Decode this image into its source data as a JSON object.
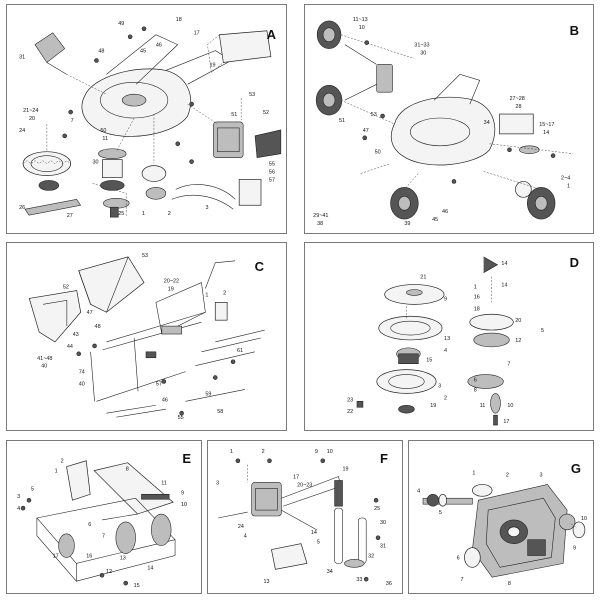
{
  "panels": {
    "A": {
      "label": "A",
      "callouts": [
        "18",
        "17",
        "49",
        "48",
        "45",
        "46",
        "31",
        "19",
        "21~24",
        "20",
        "53",
        "50",
        "52",
        "7",
        "24",
        "30",
        "11",
        "51",
        "55",
        "56",
        "57",
        "25",
        "27",
        "26",
        "1",
        "2",
        "3"
      ]
    },
    "B": {
      "label": "B",
      "callouts": [
        "11~13",
        "10",
        "31~33",
        "30",
        "27~28",
        "28",
        "15~17",
        "14",
        "2~4",
        "1",
        "29~41",
        "38",
        "51",
        "53",
        "47",
        "50",
        "46",
        "45",
        "39",
        "34"
      ]
    },
    "C": {
      "label": "C",
      "callouts": [
        "53",
        "52",
        "20~22",
        "19",
        "41~48",
        "40",
        "61",
        "57",
        "55",
        "58",
        "59",
        "46",
        "44",
        "43",
        "48",
        "47",
        "74",
        "40",
        "1",
        "2"
      ]
    },
    "D": {
      "label": "D",
      "callouts": [
        "21",
        "9",
        "14",
        "14",
        "1",
        "16",
        "18",
        "20",
        "5",
        "12",
        "13",
        "4",
        "15",
        "6",
        "7",
        "8",
        "3",
        "2",
        "11",
        "10",
        "19",
        "23",
        "22",
        "17"
      ]
    },
    "E": {
      "label": "E",
      "callouts": [
        "1",
        "2",
        "3",
        "4",
        "5",
        "6",
        "7",
        "8",
        "9",
        "10",
        "11",
        "12",
        "13",
        "14",
        "15",
        "16",
        "17"
      ]
    },
    "F": {
      "label": "F",
      "callouts": [
        "1",
        "2",
        "3",
        "9",
        "10",
        "17",
        "20~23",
        "19",
        "24",
        "4",
        "5",
        "14",
        "13",
        "25",
        "30",
        "31",
        "32",
        "33",
        "34",
        "36"
      ]
    },
    "G": {
      "label": "G",
      "callouts": [
        "1",
        "2",
        "3",
        "4",
        "5",
        "6",
        "7",
        "8",
        "9",
        "10"
      ]
    }
  }
}
